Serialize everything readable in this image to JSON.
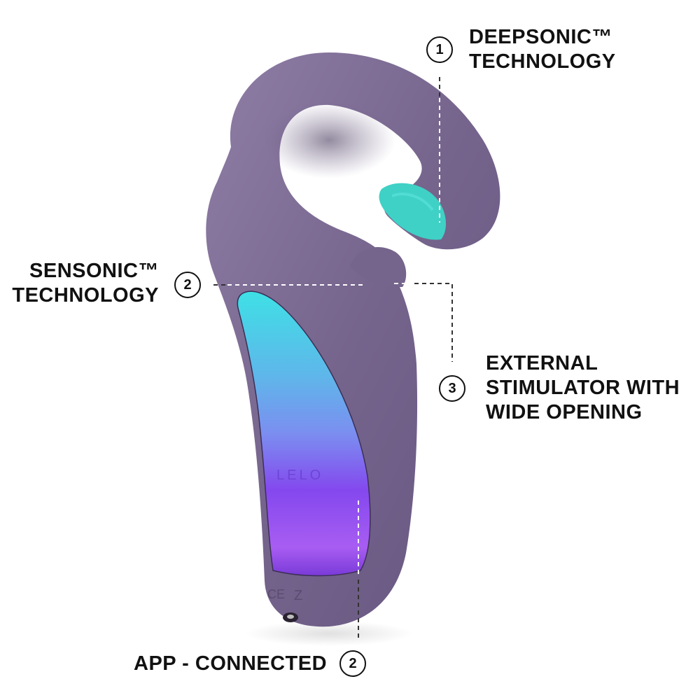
{
  "infographic": {
    "product": {
      "brand_mark": "LELO",
      "body_color": "#75648c",
      "body_highlight": "#8f7ea6",
      "accent_teal": "#3fd1c5",
      "gradient_stops": [
        "#3ee0e6",
        "#6aa6ea",
        "#7a5ae8",
        "#8c3ff0",
        "#b86cf4"
      ],
      "markings": "CE"
    },
    "callouts": [
      {
        "number": "1",
        "lines": [
          "DEEPSONIC™",
          "TECHNOLOGY"
        ]
      },
      {
        "number": "2",
        "lines": [
          "SENSONIC™",
          "TECHNOLOGY"
        ]
      },
      {
        "number": "3",
        "lines": [
          "EXTERNAL",
          "STIMULATOR WITH",
          "WIDE OPENING"
        ]
      },
      {
        "number": "2",
        "lines": [
          "APP - CONNECTED"
        ]
      }
    ],
    "leader_line_color_on_white": "#333333",
    "leader_line_color_on_product": "#ffffff"
  }
}
